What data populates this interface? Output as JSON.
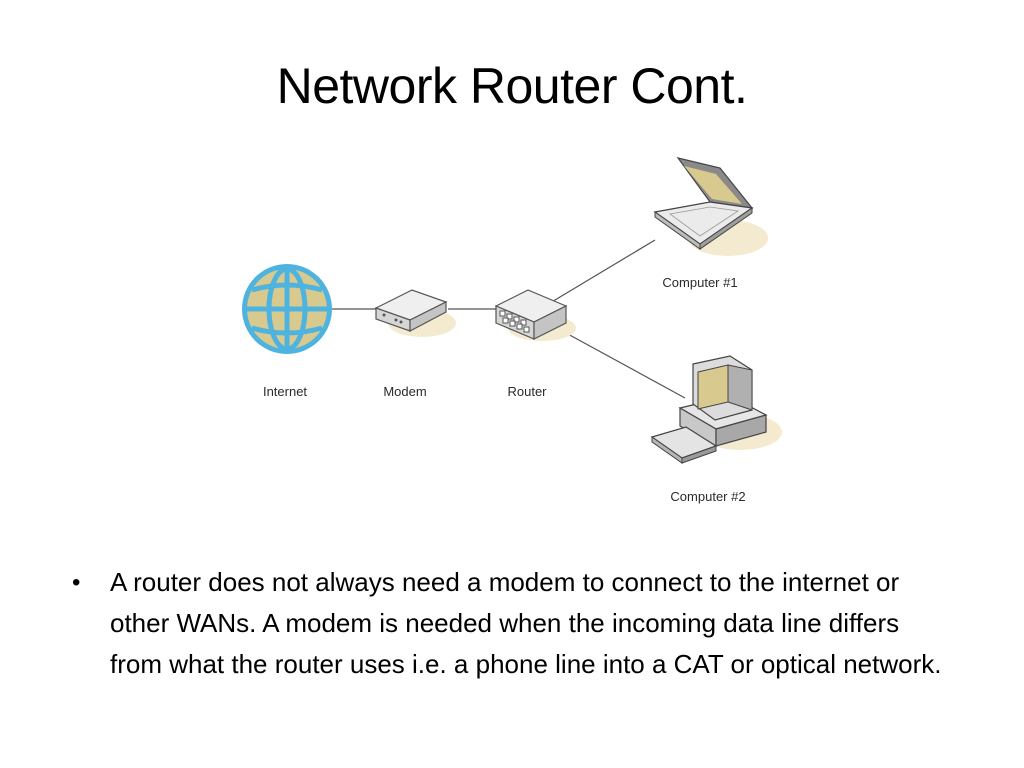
{
  "slide": {
    "title": "Network Router Cont.",
    "diagram": {
      "nodes": {
        "internet": {
          "label": "Internet",
          "icon": "globe-icon"
        },
        "modem": {
          "label": "Modem",
          "icon": "modem-icon"
        },
        "router": {
          "label": "Router",
          "icon": "router-icon"
        },
        "computer1": {
          "label": "Computer #1",
          "icon": "laptop-icon"
        },
        "computer2": {
          "label": "Computer #2",
          "icon": "desktop-computer-icon"
        }
      },
      "colors": {
        "globe": "#d8c98f",
        "globe_lines": "#4fb3e0",
        "device_shadow": "#f3ead0",
        "line": "#555555"
      }
    },
    "bullets": [
      {
        "marker": "•",
        "text": "A router does not always need a modem to connect to the internet or other WANs. A modem is needed when the incoming data line differs from what the router uses i.e. a phone line into a CAT or optical network."
      }
    ]
  }
}
